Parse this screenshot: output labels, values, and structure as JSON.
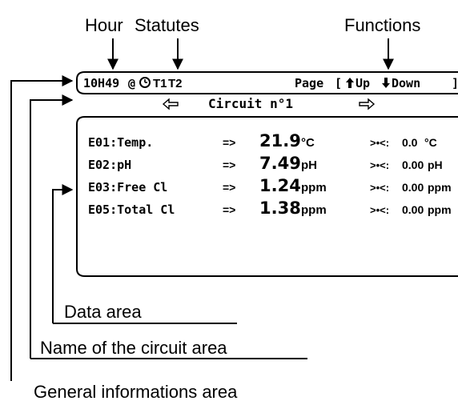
{
  "callouts": {
    "hour": "Hour",
    "statutes": "Statutes",
    "functions": "Functions",
    "data_area": "Data area",
    "circuit_area": "Name of the circuit area",
    "general_area": "General informations area"
  },
  "header": {
    "time": "10H49",
    "at": "@",
    "t1": "T1",
    "t2": "T2",
    "page_label": "Page",
    "up_label": "Up",
    "down_label": "Down"
  },
  "circuit": {
    "name": "Circuit n°1"
  },
  "rows": [
    {
      "label": "E01:Temp.",
      "arrow": "=>",
      "value": "21.9",
      "unit": "°C",
      "limit": "0.0",
      "limit_unit": "°C"
    },
    {
      "label": "E02:pH",
      "arrow": "=>",
      "value": "7.49",
      "unit": "pH",
      "limit": "0.00",
      "limit_unit": "pH"
    },
    {
      "label": "E03:Free Cl",
      "arrow": "=>",
      "value": "1.24",
      "unit": "ppm",
      "limit": "0.00",
      "limit_unit": "ppm"
    },
    {
      "label": "E05:Total Cl",
      "arrow": "=>",
      "value": "1.38",
      "unit": "ppm",
      "limit": "0.00",
      "limit_unit": "ppm"
    }
  ],
  "limit_symbol": ">•<:",
  "icons": [
    "down-arrow-icon",
    "clock-icon",
    "left-arrow-icon",
    "right-arrow-icon",
    "up-arrow-icon",
    "down-arrow-small-icon"
  ]
}
